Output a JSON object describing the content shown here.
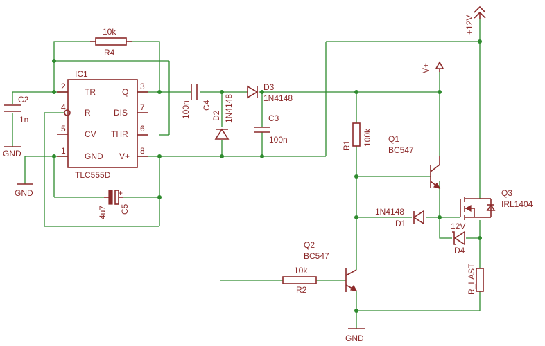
{
  "ic": {
    "name": "IC1",
    "type": "TLC555D",
    "pins": [
      {
        "num": "2",
        "label": "TR"
      },
      {
        "num": "4",
        "label": "R"
      },
      {
        "num": "5",
        "label": "CV"
      },
      {
        "num": "1",
        "label": "GND"
      },
      {
        "num": "3",
        "label": "Q"
      },
      {
        "num": "7",
        "label": "DIS"
      },
      {
        "num": "6",
        "label": "THR"
      },
      {
        "num": "8",
        "label": "V+"
      }
    ]
  },
  "components": {
    "r4": {
      "value": "10k",
      "name": "R4"
    },
    "c2": {
      "name": "C2",
      "value": "1n"
    },
    "c4": {
      "value": "100n",
      "name": "C4"
    },
    "d2": {
      "name": "D2",
      "value": "1N4148"
    },
    "d3": {
      "name": "D3",
      "value": "1N4148"
    },
    "c3": {
      "name": "C3",
      "value": "100n"
    },
    "c5": {
      "value": "4u7",
      "name": "C5",
      "polarity": "+"
    },
    "r1": {
      "name": "R1",
      "value": "100k"
    },
    "q1": {
      "name": "Q1",
      "value": "BC547"
    },
    "q2": {
      "name": "Q2",
      "value": "BC547"
    },
    "q3": {
      "name": "Q3",
      "value": "IRL1404"
    },
    "d1": {
      "value": "1N4148",
      "name": "D1"
    },
    "d4": {
      "value": "12V",
      "name": "D4"
    },
    "r2": {
      "value": "10k",
      "name": "R2"
    },
    "rlast": {
      "label": "R_LAST"
    }
  },
  "supplies": {
    "plus12": "+12V",
    "vplus": "V+",
    "gnd_c2": "GND",
    "gnd_ic": "GND",
    "gnd_q2": "GND"
  }
}
